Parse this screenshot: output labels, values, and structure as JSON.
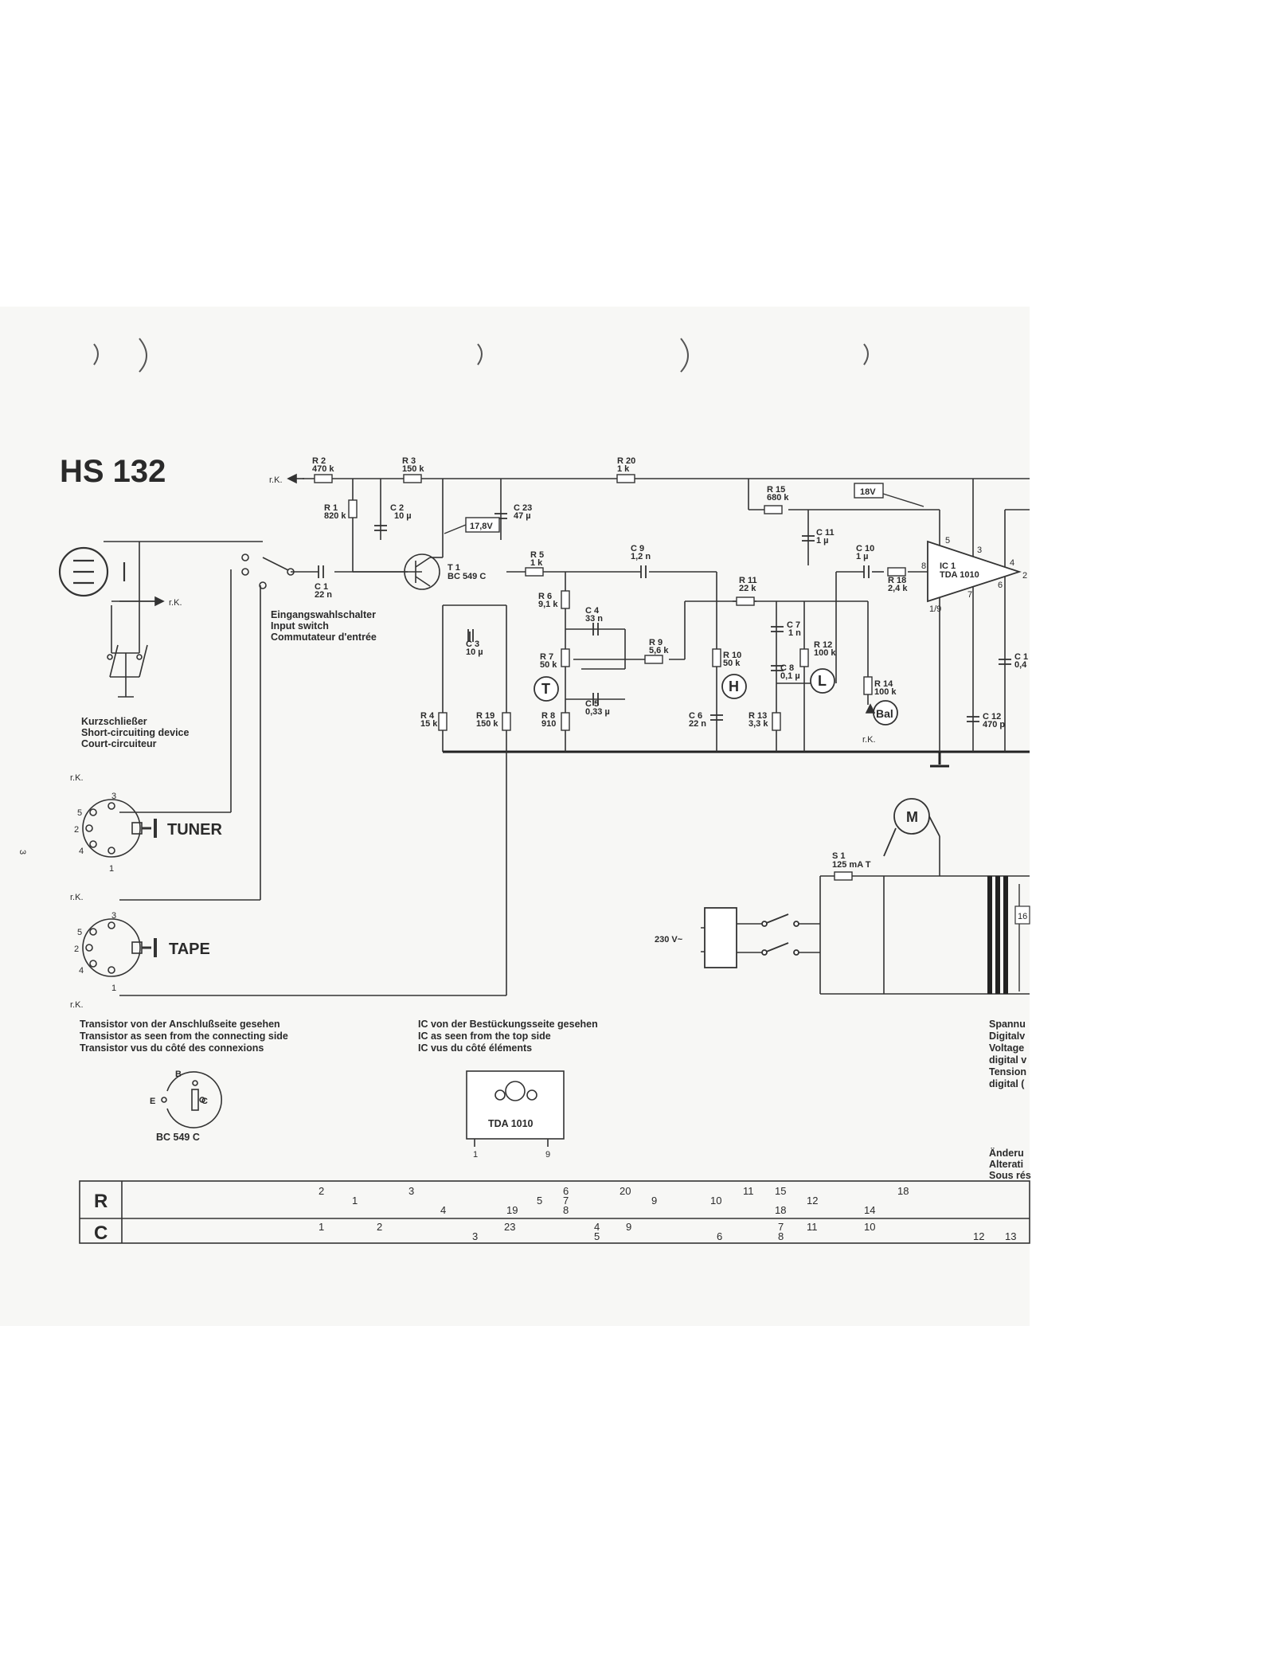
{
  "title": "HS 132",
  "page_mark": "3",
  "ground_label": "r.K.",
  "supply_box": "17,8V",
  "supply_box2": "18V",
  "mains_label": "230 V~",
  "input_switch": [
    "Eingangswahlschalter",
    "Input switch",
    "Commutateur d'entrée"
  ],
  "short_device": [
    "Kurzschließer",
    "Short-circuiting device",
    "Court-circuiteur"
  ],
  "inputs": {
    "tuner": "TUNER",
    "tape": "TAPE"
  },
  "pin_numbers": [
    "1",
    "2",
    "3",
    "4",
    "5"
  ],
  "resistors": {
    "r1": [
      "R 1",
      "820 k"
    ],
    "r2": [
      "R 2",
      "470 k"
    ],
    "r3": [
      "R 3",
      "150 k"
    ],
    "r4": [
      "R 4",
      "15 k"
    ],
    "r5": [
      "R 5",
      "1 k"
    ],
    "r6": [
      "R 6",
      "9,1 k"
    ],
    "r7": [
      "R 7",
      "50 k"
    ],
    "r8": [
      "R 8",
      "910"
    ],
    "r9": [
      "R 9",
      "5,6 k"
    ],
    "r10": [
      "R 10",
      "50 k"
    ],
    "r11": [
      "R 11",
      "22 k"
    ],
    "r12": [
      "R 12",
      "100 k"
    ],
    "r13": [
      "R 13",
      "3,3 k"
    ],
    "r14": [
      "R 14",
      "100 k"
    ],
    "r15": [
      "R 15",
      "680 k"
    ],
    "r18": [
      "R 18",
      "2,4 k"
    ],
    "r19": [
      "R 19",
      "150 k"
    ],
    "r20": [
      "R 20",
      "1 k"
    ]
  },
  "capacitors": {
    "c1": [
      "C 1",
      "22 n"
    ],
    "c2": [
      "C 2",
      "10 µ"
    ],
    "c3": [
      "C 3",
      "10 µ"
    ],
    "c4": [
      "C 4",
      "33 n"
    ],
    "c5": [
      "C 5",
      "0,33 µ"
    ],
    "c6": [
      "C 6",
      "22 n"
    ],
    "c7": [
      "C 7",
      "1 n"
    ],
    "c8": [
      "C 8",
      "0,1 µ"
    ],
    "c9": [
      "C 9",
      "1,2 n"
    ],
    "c10": [
      "C 10",
      "1 µ"
    ],
    "c11": [
      "C 11",
      "1 µ"
    ],
    "c12": [
      "C 12",
      "470 p"
    ],
    "c13": [
      "C 1",
      "0,4"
    ],
    "c23": [
      "C 23",
      "47 µ"
    ]
  },
  "transistor": [
    "T 1",
    "BC 549 C"
  ],
  "ic": [
    "IC 1",
    "TDA 1010"
  ],
  "ic_pins": [
    "5",
    "3",
    "4",
    "2",
    "6",
    "7",
    "8",
    "1/9"
  ],
  "controls": {
    "treble": "T",
    "bass": "H",
    "volume": "L",
    "balance": "Bal"
  },
  "motor": "M",
  "fuse": [
    "S 1",
    "125 mA T"
  ],
  "transformer_cut": "16",
  "transistor_note": [
    "Transistor von der Anschlußseite gesehen",
    "Transistor as seen from the connecting side",
    "Transistor vus du côté des connexions"
  ],
  "transistor_pins": {
    "b": "B",
    "e": "E",
    "c": "C",
    "type": "BC 549 C"
  },
  "ic_note": [
    "IC von der Bestückungsseite gesehen",
    "IC as seen from the top side",
    "IC vus du côté éléments"
  ],
  "ic_package": {
    "name": "TDA 1010",
    "pin_left": "1",
    "pin_right": "9"
  },
  "voltage_note": [
    "Spannu",
    "Digitalv",
    "Voltage",
    "digital v",
    "Tension",
    "digital ("
  ],
  "change_note": [
    "Änderu",
    "Alterati",
    "Sous rés"
  ],
  "table": {
    "row_r": "R",
    "row_c": "C",
    "r_upper": [
      "2",
      "3",
      "6",
      "20",
      "11",
      "15",
      "18"
    ],
    "r_lower": [
      "1",
      "4",
      "19",
      "5",
      "7",
      "9",
      "10",
      "18",
      "12",
      "14",
      "8"
    ],
    "c_upper": [
      "1",
      "2",
      "23",
      "4",
      "9",
      "7",
      "11",
      "10"
    ],
    "c_lower": [
      "3",
      "5",
      "6",
      "8",
      "12",
      "13"
    ]
  }
}
